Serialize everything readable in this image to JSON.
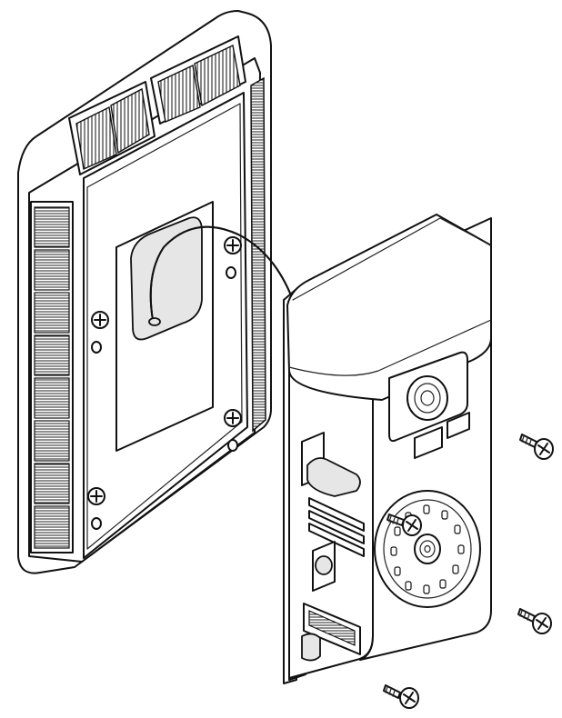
{
  "figure": {
    "kind": "patent-style exploded line drawing",
    "background": "#ffffff",
    "line_color": "#111111",
    "components": {
      "solar_mount": "solar-panel-mounting-plate",
      "device": "video-doorbell-camera",
      "cable": "connector-cable",
      "screws": [
        "screw",
        "screw",
        "screw",
        "screw"
      ]
    }
  }
}
